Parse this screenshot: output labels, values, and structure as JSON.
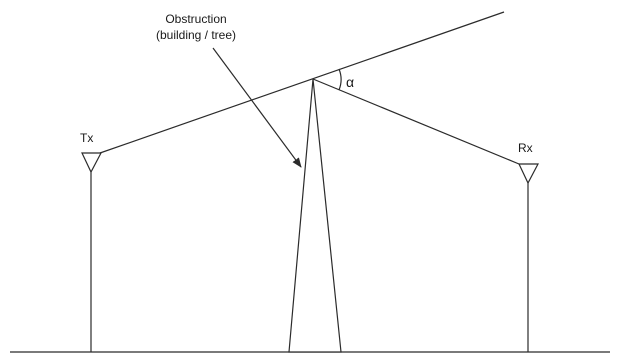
{
  "diagram": {
    "obstruction_label_line1": "Obstruction",
    "obstruction_label_line2": "(building / tree)",
    "transmitter_label": "Tx",
    "receiver_label": "Rx",
    "angle_label": "α"
  },
  "colors": {
    "background": "#ffffff",
    "line": "#2b2b2b",
    "text": "#1a1a1a"
  }
}
